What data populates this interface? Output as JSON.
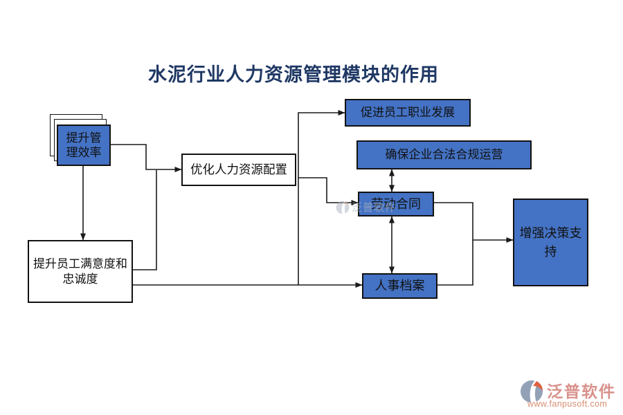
{
  "title": "水泥行业人力资源管理模块的作用",
  "nodes": {
    "improve_management_efficiency": {
      "label": "提升管理效率"
    },
    "optimize_hr_allocation": {
      "label": "优化人力资源配置"
    },
    "promote_career_development": {
      "label": "促进员工职业发展"
    },
    "ensure_legal_compliance": {
      "label": "确保企业合法合规运营"
    },
    "labor_contract": {
      "label": "劳动合同"
    },
    "personnel_files": {
      "label": "人事档案"
    },
    "enhance_decision_support": {
      "label": "增强决策支持"
    },
    "improve_satisfaction_loyalty": {
      "label": "提升员工满意度和忠诚度"
    }
  },
  "edges": [
    {
      "from": "提升管理效率",
      "to": "优化人力资源配置",
      "type": "arrow"
    },
    {
      "from": "提升员工满意度和忠诚度",
      "to": "优化人力资源配置",
      "type": "join"
    },
    {
      "from": "提升管理效率",
      "to": "提升员工满意度和忠诚度",
      "type": "arrow"
    },
    {
      "from": "优化人力资源配置",
      "to": "促进员工职业发展",
      "type": "arrow"
    },
    {
      "from": "优化人力资源配置",
      "to": "劳动合同",
      "type": "arrow"
    },
    {
      "from": "提升员工满意度和忠诚度",
      "to": "人事档案",
      "type": "arrow"
    },
    {
      "from": "确保企业合法合规运营",
      "to": "劳动合同",
      "type": "double-arrow"
    },
    {
      "from": "劳动合同",
      "to": "人事档案",
      "type": "double-arrow"
    },
    {
      "from": "劳动合同",
      "to": "增强决策支持",
      "type": "arrow"
    },
    {
      "from": "人事档案",
      "to": "增强决策支持",
      "type": "join"
    }
  ],
  "colors": {
    "node_blue": "#4472C4",
    "title_navy": "#1F3864",
    "connector": "#1A1A1A",
    "watermark_brand": "#D8918B",
    "watermark_url": "#D78E72"
  },
  "watermark": {
    "brand": "泛普软件",
    "url": "www.fanpusoft.com"
  }
}
